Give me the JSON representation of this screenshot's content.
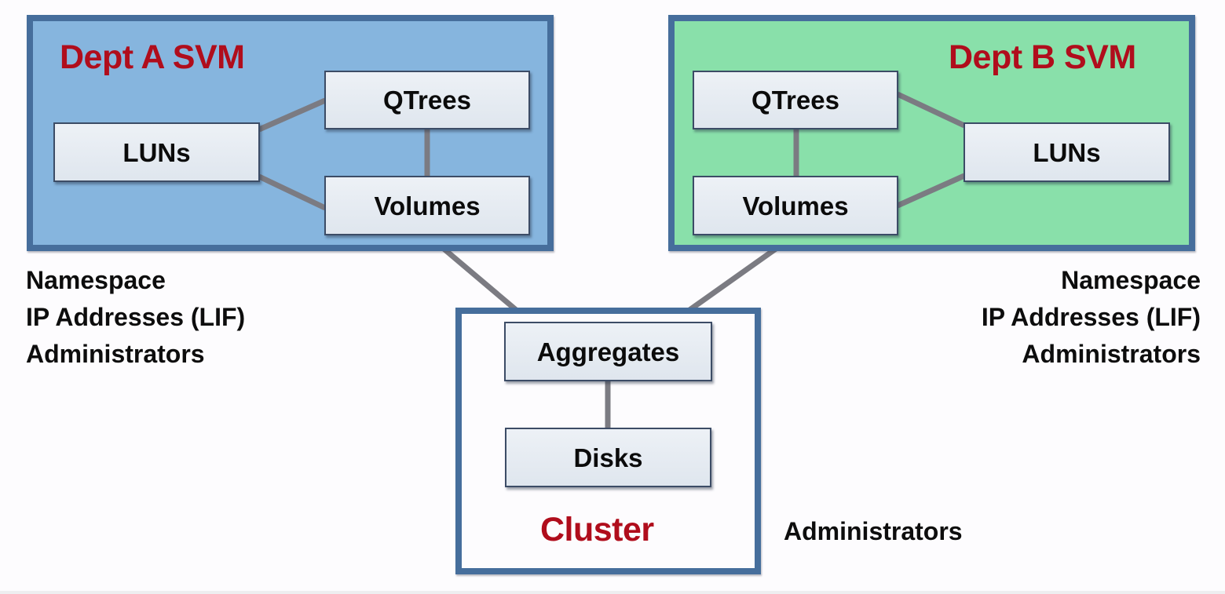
{
  "diagram": {
    "dept_a": {
      "title": "Dept A SVM",
      "nodes": {
        "luns": "LUNs",
        "qtrees": "QTrees",
        "volumes": "Volumes"
      },
      "properties": [
        "Namespace",
        "IP Addresses (LIF)",
        "Administrators"
      ]
    },
    "dept_b": {
      "title": "Dept B SVM",
      "nodes": {
        "qtrees": "QTrees",
        "volumes": "Volumes",
        "luns": "LUNs"
      },
      "properties": [
        "Namespace",
        "IP Addresses (LIF)",
        "Administrators"
      ]
    },
    "cluster": {
      "title": "Cluster",
      "nodes": {
        "aggregates": "Aggregates",
        "disks": "Disks"
      },
      "properties": [
        "Administrators"
      ]
    },
    "links": [
      [
        "dept_a.luns",
        "dept_a.qtrees"
      ],
      [
        "dept_a.luns",
        "dept_a.volumes"
      ],
      [
        "dept_a.qtrees",
        "dept_a.volumes"
      ],
      [
        "dept_b.qtrees",
        "dept_b.luns"
      ],
      [
        "dept_b.volumes",
        "dept_b.luns"
      ],
      [
        "dept_b.qtrees",
        "dept_b.volumes"
      ],
      [
        "dept_a.volumes",
        "cluster.aggregates"
      ],
      [
        "dept_b.volumes",
        "cluster.aggregates"
      ],
      [
        "cluster.aggregates",
        "cluster.disks"
      ]
    ],
    "colors": {
      "title_red": "#b00d1c",
      "dept_a_fill": "#86b5de",
      "dept_b_fill": "#89e0aa",
      "frame_blue": "#466e9c",
      "node_fill": "#e6ebf1",
      "link_gray": "#7b7b82"
    }
  }
}
